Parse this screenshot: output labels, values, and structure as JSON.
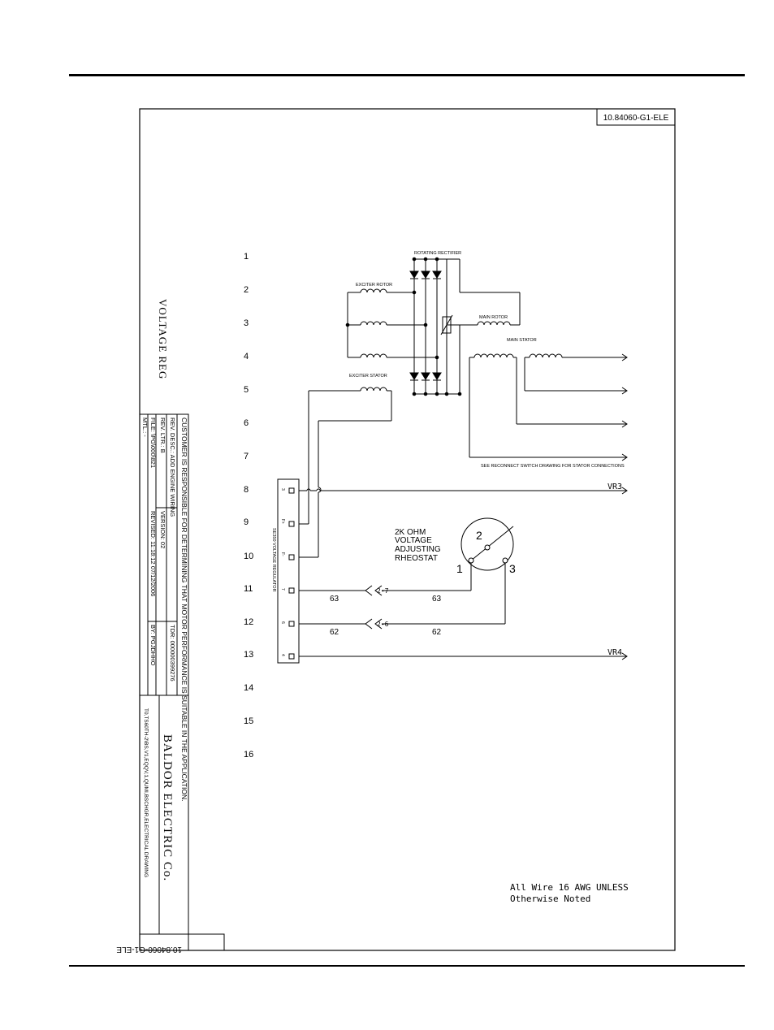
{
  "drawing_number": "10.84060-G1-ELE",
  "title_block": {
    "drawing_title": "VOLTAGE REG",
    "disclaimer": "CUSTOMER IS RESPONSIBLE FOR DETERMINING THAT MOTOR PERFORMANCE IS SUITABLE IN THE APPLICATION.",
    "rev_desc": "REV. DESC.: ADD ENGINE WIRING",
    "rev_ltr": "REV. LTR.: B",
    "version": "VERSION: 02",
    "tdr": "TDR: 000000399276",
    "file": "FILE: \\PG\\000\\821",
    "revised": "REVISED: 11:18:12 07/12/2006",
    "by": "BY: PGJDHHO",
    "mtl": "MTL.: -",
    "company": "BALDOR ELECTRIC Co.",
    "filepath": "T0,TS60TH-2\\BS,V1,EQQV,1,QUMI,BSCHGR,ELECTRICAL DRAWING",
    "number": "10.84060-G1-ELE"
  },
  "row_numbers": [
    "1",
    "2",
    "3",
    "4",
    "5",
    "6",
    "7",
    "8",
    "9",
    "10",
    "11",
    "12",
    "13",
    "14",
    "15",
    "16"
  ],
  "components": {
    "rotating_rectifier": "ROTATING RECTIFIER",
    "exciter_rotor": "EXCITER ROTOR",
    "main_rotor": "MAIN ROTOR",
    "main_stator": "MAIN STATOR",
    "exciter_stator": "EXCITER STATOR",
    "reconnect_note": "SEE RECONNECT SWITCH DRAWING FOR STATOR CONNECTIONS",
    "regulator": "SE350 VOLTAGE REGULATOR",
    "terminals": [
      "3",
      "F+",
      "F-",
      "7",
      "6",
      "4"
    ]
  },
  "rheostat": {
    "line1": "2K OHM",
    "line2": "VOLTAGE",
    "line3": "ADJUSTING",
    "line4": "RHEOSTAT",
    "pin1": "1",
    "pin2": "2",
    "pin3": "3"
  },
  "wires": {
    "vr3": "VR3",
    "vr4": "VR4",
    "w63_left": "63",
    "w63_right": "63",
    "w62_left": "62",
    "w62_right": "62",
    "conn_27": "2-7",
    "conn_26": "2-6"
  },
  "note": {
    "line1": "All Wire 16 AWG UNLESS",
    "line2": "Otherwise Noted"
  }
}
